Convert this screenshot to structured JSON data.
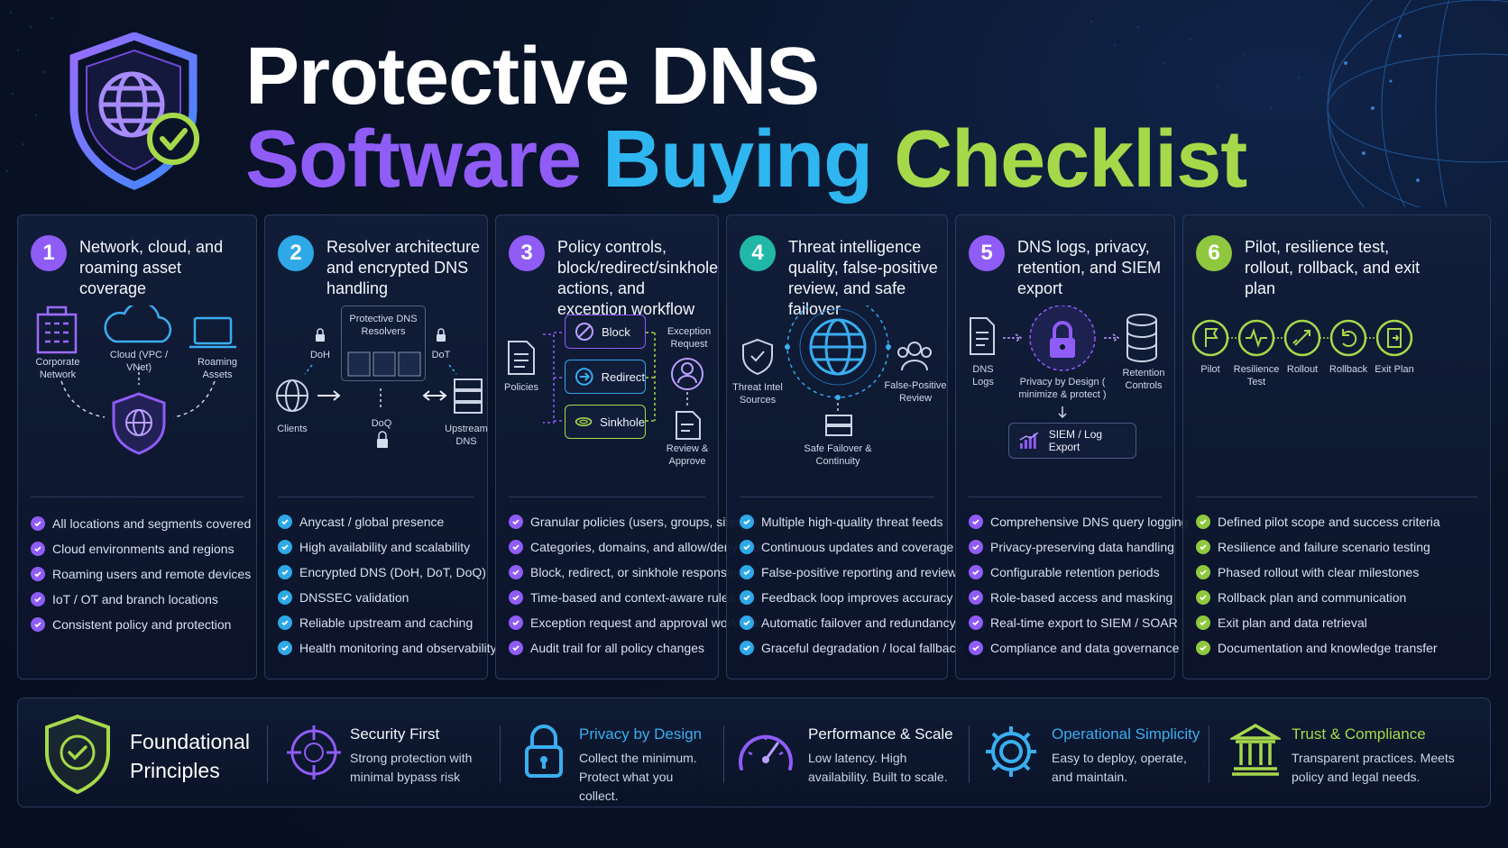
{
  "header": {
    "title_line1": "Protective DNS",
    "title_word1": "Software",
    "title_word2": "Buying",
    "title_word3": "Checklist"
  },
  "colors": {
    "purple": "#8f5cf6",
    "blue": "#2fb6f0",
    "green": "#a6d94a",
    "teal": "#22b8a8",
    "background": "#0a1428"
  },
  "cards": [
    {
      "number": "1",
      "title": "Network, cloud, and roaming asset coverage",
      "labels": {
        "corporate": "Corporate Network",
        "cloud": "Cloud (VPC / VNet)",
        "roaming": "Roaming Assets"
      },
      "items": [
        "All locations and segments covered",
        "Cloud environments and regions",
        "Roaming users and remote devices",
        "IoT / OT and branch locations",
        "Consistent policy and protection"
      ]
    },
    {
      "number": "2",
      "title": "Resolver architecture and encrypted DNS handling",
      "labels": {
        "resolvers": "Protective DNS Resolvers",
        "doh": "DoH",
        "dot": "DoT",
        "doq": "DoQ",
        "clients": "Clients",
        "upstream": "Upstream DNS"
      },
      "items": [
        "Anycast / global presence",
        "High availability and scalability",
        "Encrypted DNS (DoH, DoT, DoQ)",
        "DNSSEC validation",
        "Reliable upstream and caching",
        "Health monitoring and observability"
      ]
    },
    {
      "number": "3",
      "title": "Policy controls, block/redirect/sinkhole actions, and exception workflow",
      "labels": {
        "policies": "Policies",
        "block": "Block",
        "redirect": "Redirect",
        "sinkhole": "Sinkhole",
        "exception": "Exception Request",
        "review": "Review & Approve"
      },
      "items": [
        "Granular policies (users, groups, sites)",
        "Categories, domains, and allow/deny lists",
        "Block, redirect, or sinkhole responses",
        "Time-based and context-aware rules",
        "Exception request and approval workflow",
        "Audit trail for all policy changes"
      ]
    },
    {
      "number": "4",
      "title": "Threat intelligence quality, false-positive review, and safe failover",
      "labels": {
        "intel": "Threat Intel Sources",
        "fp": "False-Positive Review",
        "failover": "Safe Failover & Continuity"
      },
      "items": [
        "Multiple high-quality threat feeds",
        "Continuous updates and coverage",
        "False-positive reporting and review",
        "Feedback loop improves accuracy",
        "Automatic failover and redundancy",
        "Graceful degradation / local fallback"
      ]
    },
    {
      "number": "5",
      "title": "DNS logs, privacy, retention, and SIEM export",
      "labels": {
        "logs": "DNS Logs",
        "privacy": "Privacy by Design ( minimize & protect )",
        "retention": "Retention Controls",
        "siem": "SIEM / Log Export"
      },
      "items": [
        "Comprehensive DNS query logging",
        "Privacy-preserving data handling",
        "Configurable retention periods",
        "Role-based access and masking",
        "Real-time export to SIEM / SOAR",
        "Compliance and data governance"
      ]
    },
    {
      "number": "6",
      "title": "Pilot, resilience test, rollout, rollback, and exit plan",
      "labels": {
        "pilot": "Pilot",
        "resilience": "Resilience Test",
        "rollout": "Rollout",
        "rollback": "Rollback",
        "exit": "Exit Plan"
      },
      "items": [
        "Defined pilot scope and success criteria",
        "Resilience and failure scenario testing",
        "Phased rollout with clear milestones",
        "Rollback plan and communication",
        "Exit plan and data retrieval",
        "Documentation and knowledge transfer"
      ]
    }
  ],
  "footer": {
    "title": "Foundational Principles",
    "principles": [
      {
        "title": "Security First",
        "desc": "Strong protection with minimal bypass risk",
        "icon": "crosshair-icon"
      },
      {
        "title": "Privacy by Design",
        "desc": "Collect the minimum. Protect what you collect.",
        "icon": "padlock-icon"
      },
      {
        "title": "Performance & Scale",
        "desc": "Low latency. High availability. Built to scale.",
        "icon": "speedometer-icon"
      },
      {
        "title": "Operational Simplicity",
        "desc": "Easy to deploy, operate, and maintain.",
        "icon": "gear-icon"
      },
      {
        "title": "Trust & Compliance",
        "desc": "Transparent practices. Meets policy and legal needs.",
        "icon": "courthouse-icon"
      }
    ]
  }
}
